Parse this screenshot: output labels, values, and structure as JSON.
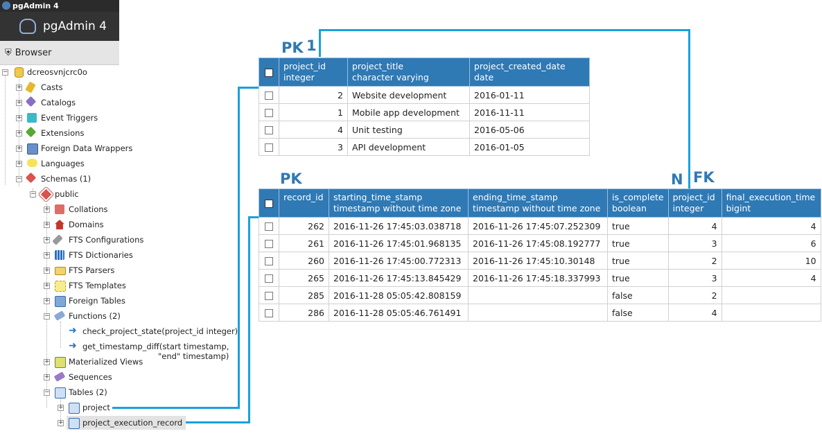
{
  "app": {
    "window_title": "pgAdmin 4",
    "banner_title": "pgAdmin 4",
    "browser_label": "Browser"
  },
  "tree": {
    "database": "dcreosvnjcrc0o",
    "level1": [
      "Casts",
      "Catalogs",
      "Event Triggers",
      "Extensions",
      "Foreign Data Wrappers",
      "Languages",
      "Schemas (1)"
    ],
    "schema": "public",
    "schema_children": [
      "Collations",
      "Domains",
      "FTS Configurations",
      "FTS Dictionaries",
      "FTS Parsers",
      "FTS Templates",
      "Foreign Tables",
      "Functions (2)",
      "Materialized Views",
      "Sequences",
      "Tables (2)"
    ],
    "functions": [
      "check_project_state(project_id integer)",
      "get_timestamp_diff(start timestamp,",
      "\"end\" timestamp)"
    ],
    "tables": [
      "project",
      "project_execution_record"
    ]
  },
  "project_table": {
    "headers": [
      {
        "name": "project_id",
        "type": "integer"
      },
      {
        "name": "project_title",
        "type": "character varying"
      },
      {
        "name": "project_created_date",
        "type": "date"
      }
    ],
    "rows": [
      [
        "2",
        "Website development",
        "2016-01-11"
      ],
      [
        "1",
        "Mobile app development",
        "2016-11-11"
      ],
      [
        "4",
        "Unit testing",
        "2016-05-06"
      ],
      [
        "3",
        "API development",
        "2016-01-05"
      ]
    ]
  },
  "record_table": {
    "headers": [
      {
        "name": "record_id",
        "type": ""
      },
      {
        "name": "starting_time_stamp",
        "type": "timestamp without time zone"
      },
      {
        "name": "ending_time_stamp",
        "type": "timestamp without time zone"
      },
      {
        "name": "is_complete",
        "type": "boolean"
      },
      {
        "name": "project_id",
        "type": "integer"
      },
      {
        "name": "final_execution_time",
        "type": "bigint"
      }
    ],
    "rows": [
      [
        "262",
        "2016-11-26 17:45:03.038718",
        "2016-11-26 17:45:07.252309",
        "true",
        "4",
        "4"
      ],
      [
        "261",
        "2016-11-26 17:45:01.968135",
        "2016-11-26 17:45:08.192777",
        "true",
        "3",
        "6"
      ],
      [
        "260",
        "2016-11-26 17:45:00.772313",
        "2016-11-26 17:45:10.30148",
        "true",
        "2",
        "10"
      ],
      [
        "265",
        "2016-11-26 17:45:13.845429",
        "2016-11-26 17:45:18.337993",
        "true",
        "3",
        "4"
      ],
      [
        "285",
        "2016-11-28 05:05:42.808159",
        "",
        "false",
        "2",
        ""
      ],
      [
        "286",
        "2016-11-28 05:05:46.761491",
        "",
        "false",
        "4",
        ""
      ]
    ]
  },
  "annotations": {
    "pk1": "PK",
    "one": "1",
    "pk2": "PK",
    "n": "N",
    "fk": "FK"
  },
  "colors": {
    "header_blue": "#2f79b5",
    "connector_blue": "#19a0dc"
  }
}
